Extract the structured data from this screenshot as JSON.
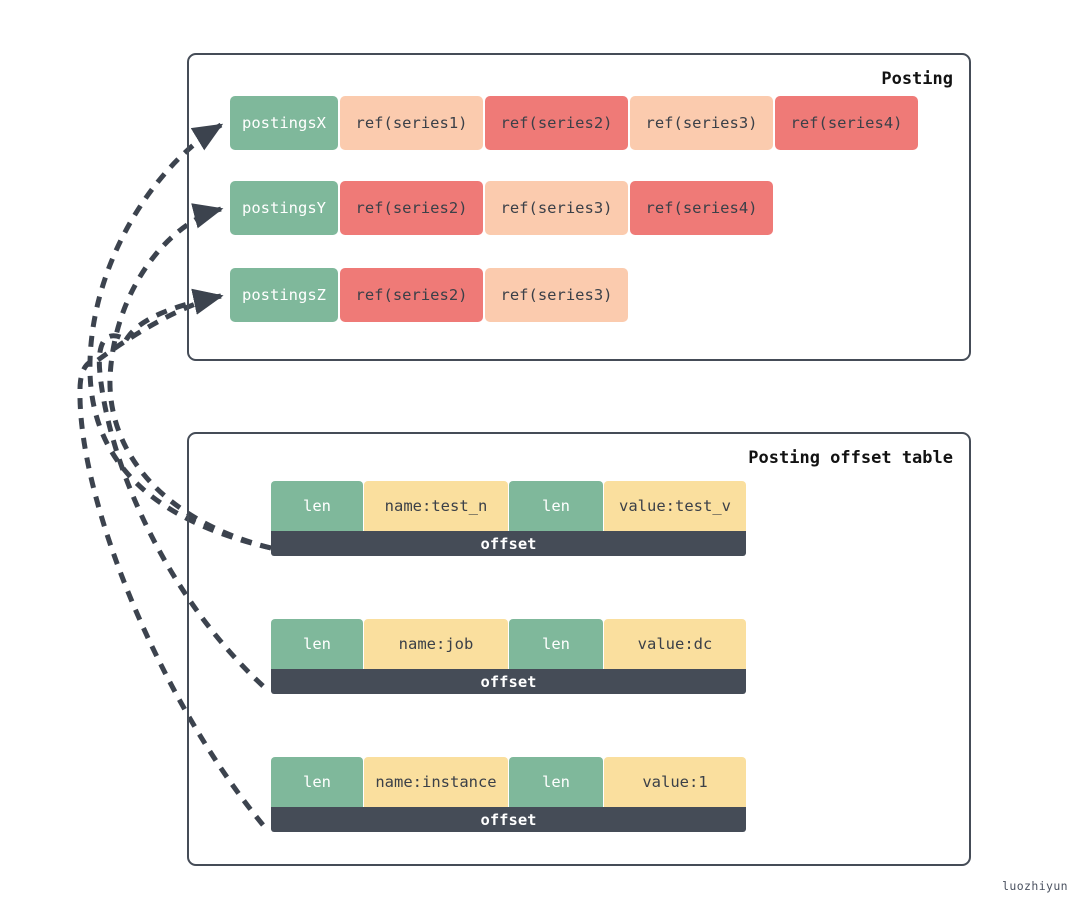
{
  "palette": {
    "green": "#7fb89b",
    "peach": "#fbcbae",
    "red": "#ef7a77",
    "yellow": "#fadf9e",
    "slate": "#454c57",
    "background": "#ffffff",
    "text_dark": "#3b4048",
    "text_light": "#ffffff"
  },
  "posting_group": {
    "title": "Posting",
    "rows": [
      {
        "name": "postingsX",
        "cells": [
          {
            "label": "postingsX",
            "color": "green",
            "width": 108
          },
          {
            "label": "ref(series1)",
            "color": "peach",
            "width": 143
          },
          {
            "label": "ref(series2)",
            "color": "red",
            "width": 143
          },
          {
            "label": "ref(series3)",
            "color": "peach",
            "width": 143
          },
          {
            "label": "ref(series4)",
            "color": "red",
            "width": 143
          }
        ]
      },
      {
        "name": "postingsY",
        "cells": [
          {
            "label": "postingsY",
            "color": "green",
            "width": 108
          },
          {
            "label": "ref(series2)",
            "color": "red",
            "width": 143
          },
          {
            "label": "ref(series3)",
            "color": "peach",
            "width": 143
          },
          {
            "label": "ref(series4)",
            "color": "red",
            "width": 143
          }
        ]
      },
      {
        "name": "postingsZ",
        "cells": [
          {
            "label": "postingsZ",
            "color": "green",
            "width": 108
          },
          {
            "label": "ref(series2)",
            "color": "red",
            "width": 143
          },
          {
            "label": "ref(series3)",
            "color": "peach",
            "width": 143
          }
        ]
      }
    ]
  },
  "offset_group": {
    "title": "Posting offset table",
    "offset_label": "offset",
    "rows": [
      {
        "name": "test_n",
        "cells": [
          {
            "label": "len",
            "color": "green",
            "width": 92
          },
          {
            "label": "name:test_n",
            "color": "yellow",
            "width": 144
          },
          {
            "label": "len",
            "color": "green",
            "width": 94
          },
          {
            "label": "value:test_v",
            "color": "yellow",
            "width": 142
          }
        ],
        "offset": "offset"
      },
      {
        "name": "job",
        "cells": [
          {
            "label": "len",
            "color": "green",
            "width": 92
          },
          {
            "label": "name:job",
            "color": "yellow",
            "width": 144
          },
          {
            "label": "len",
            "color": "green",
            "width": 94
          },
          {
            "label": "value:dc",
            "color": "yellow",
            "width": 142
          }
        ],
        "offset": "offset"
      },
      {
        "name": "instance",
        "cells": [
          {
            "label": "len",
            "color": "green",
            "width": 92
          },
          {
            "label": "name:instance",
            "color": "yellow",
            "width": 144
          },
          {
            "label": "len",
            "color": "green",
            "width": 94
          },
          {
            "label": "value:1",
            "color": "yellow",
            "width": 142
          }
        ],
        "offset": "offset"
      }
    ]
  },
  "arrows": [
    {
      "from": "offset-test_n",
      "to": "postingsX"
    },
    {
      "from": "offset-test_n",
      "to": "postingsY"
    },
    {
      "from": "offset-job",
      "to": "postingsX"
    },
    {
      "from": "offset-job",
      "to": "postingsZ"
    },
    {
      "from": "offset-instance",
      "to": "postingsX"
    }
  ],
  "watermark": "luozhiyun"
}
